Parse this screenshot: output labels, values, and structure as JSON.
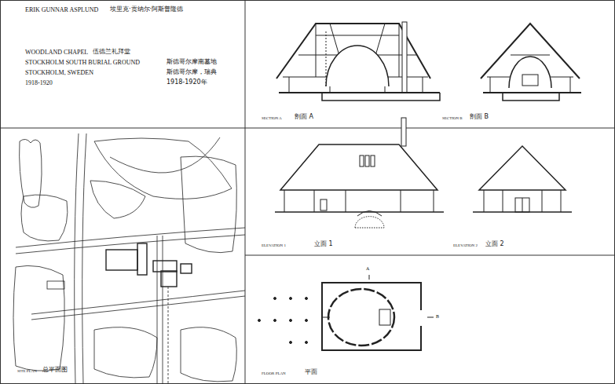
{
  "diagram": {
    "labels": [
      "ERIK GUNNAR ASPLUND",
      "埃里克·贡纳尔·阿斯普隆德",
      "WOODLAND CHAPEL",
      "伍德兰礼拜堂",
      "STOCKHOLM SOUTH BURIAL GROUND",
      "斯德哥尔摩南墓地",
      "STOCKHOLM, SWEDEN",
      "斯德哥尔摩，瑞典",
      "1918-1920",
      "1918-1920年",
      "SECTION A",
      "剖面 A",
      "SECTION B",
      "剖面 B",
      "ELEVATION 1",
      "立面 1",
      "ELEVATION 2",
      "立面 2",
      "SITE PLAN",
      "总平面图",
      "FLOOR PLAN",
      "平面",
      "A",
      "B"
    ]
  }
}
